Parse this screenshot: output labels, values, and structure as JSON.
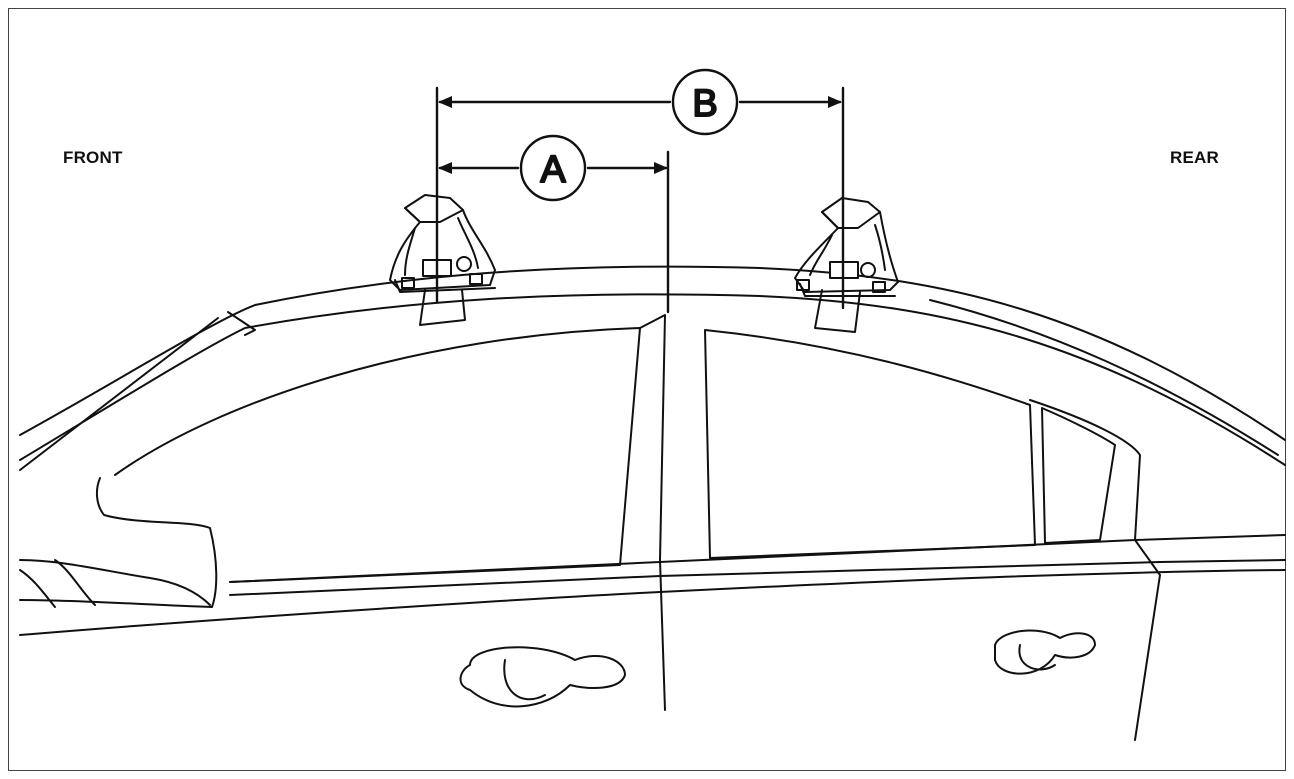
{
  "labels": {
    "front": "FRONT",
    "rear": "REAR"
  },
  "dimensions": [
    {
      "id": "A",
      "label": "A"
    },
    {
      "id": "B",
      "label": "B"
    }
  ],
  "colors": {
    "line": "#111111",
    "background": "#ffffff"
  }
}
